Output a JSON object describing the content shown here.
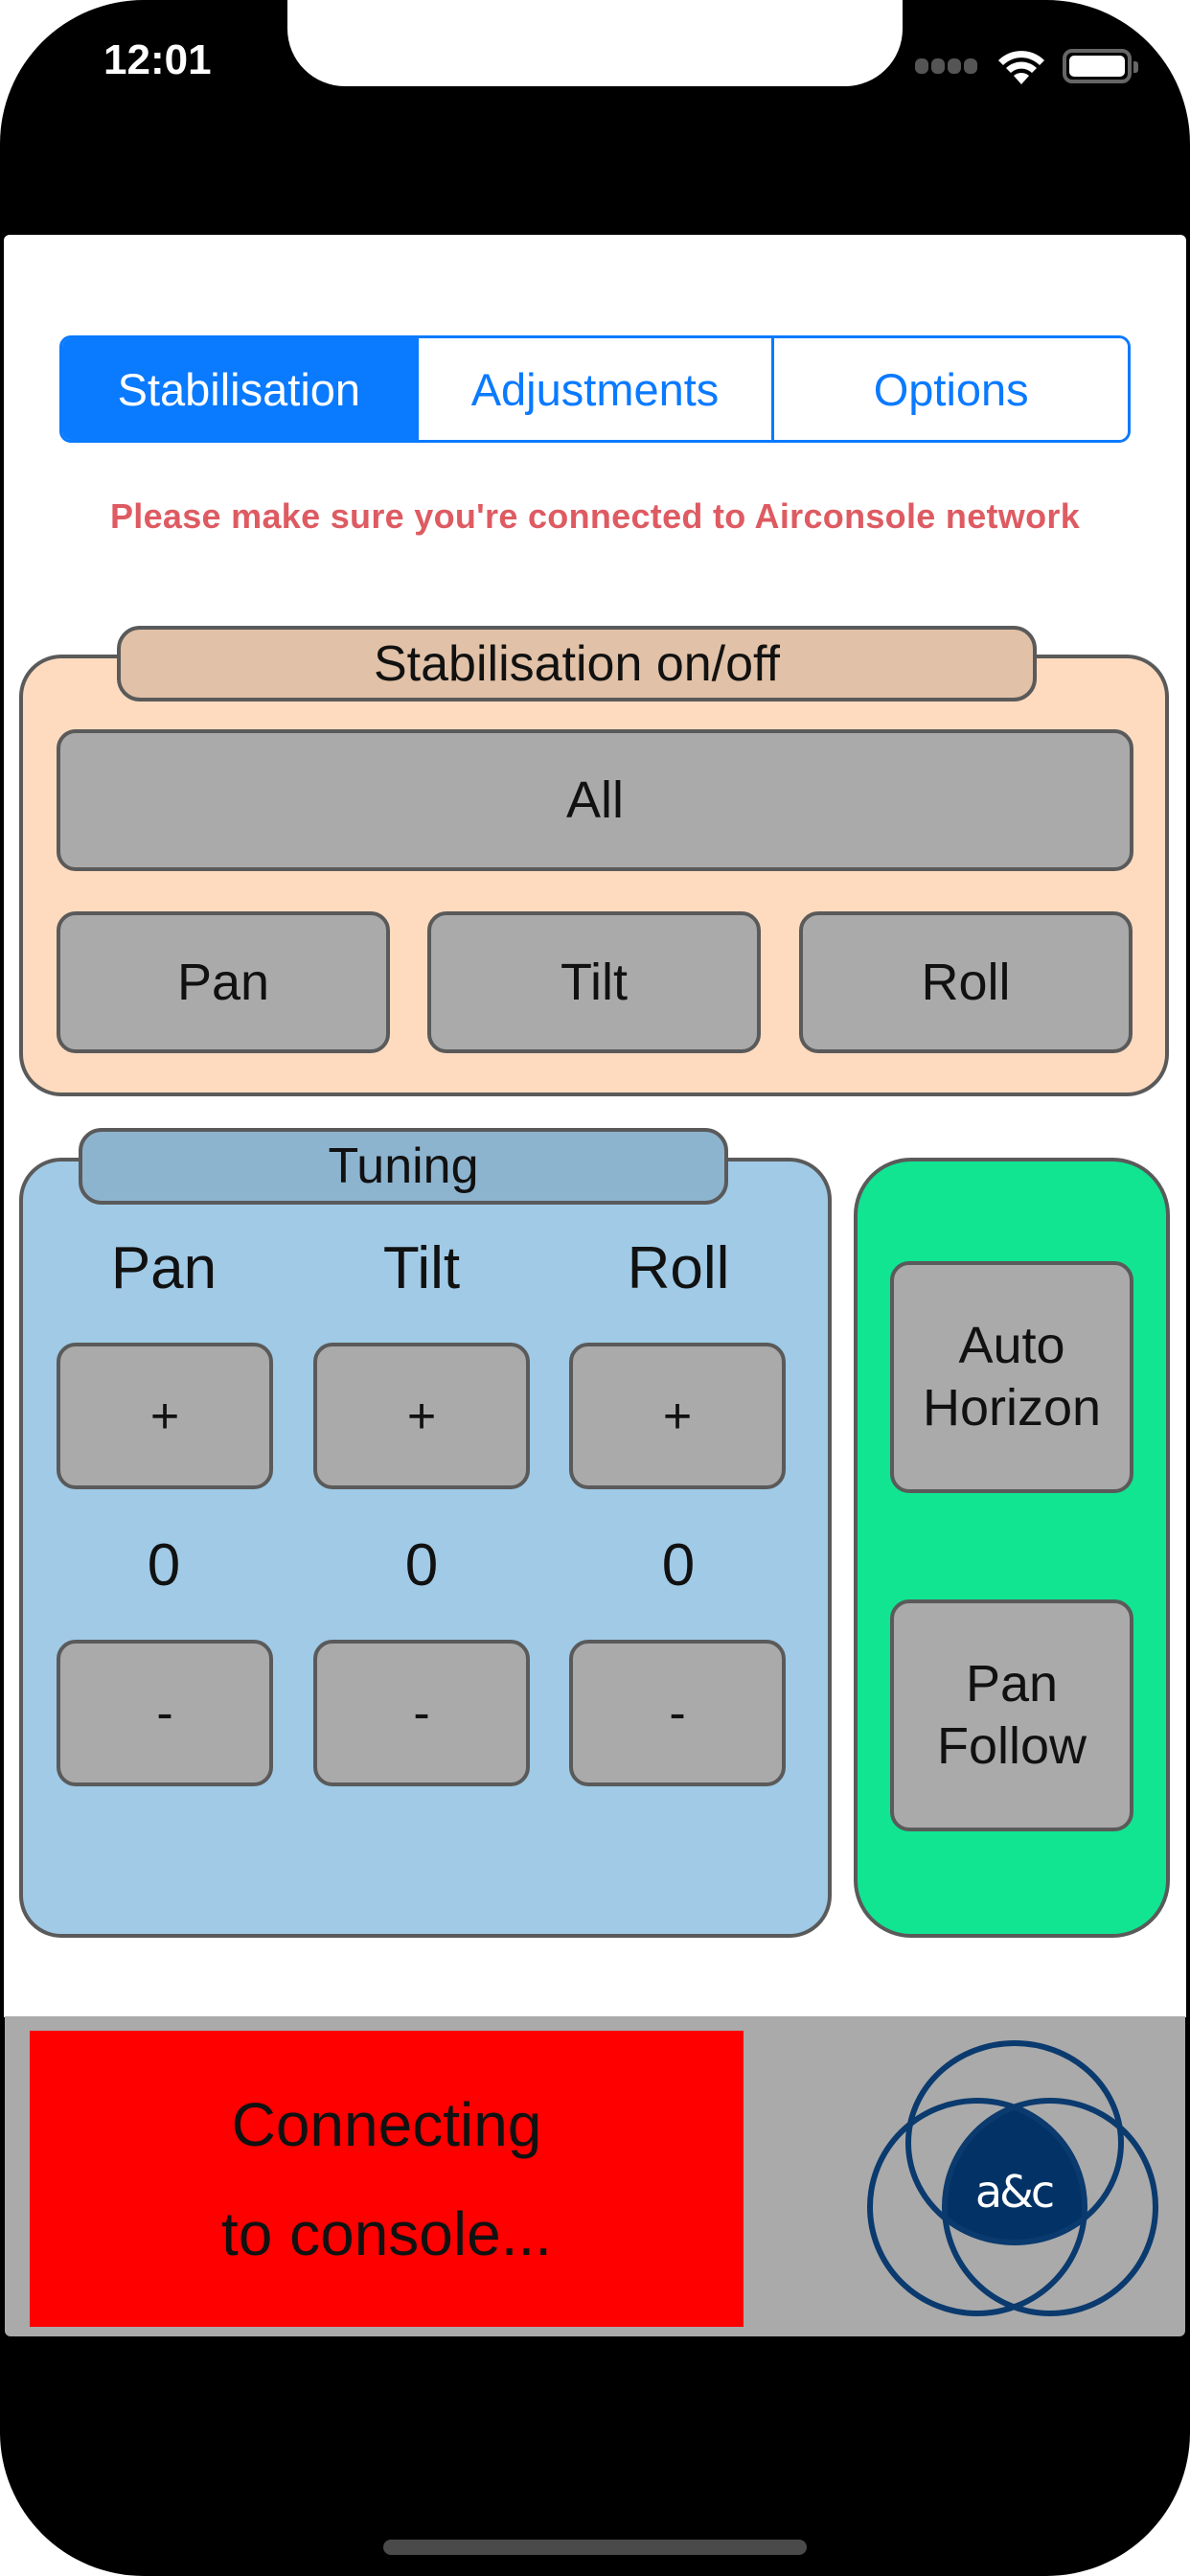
{
  "status_bar": {
    "time": "12:01",
    "icons": [
      "signal-dots-icon",
      "wifi-icon",
      "battery-icon"
    ]
  },
  "tabs": [
    {
      "label": "Stabilisation",
      "active": true
    },
    {
      "label": "Adjustments",
      "active": false
    },
    {
      "label": "Options",
      "active": false
    }
  ],
  "warning": "Please make sure you're connected to Airconsole network",
  "stabilisation": {
    "title": "Stabilisation on/off",
    "all_label": "All",
    "axes": [
      "Pan",
      "Tilt",
      "Roll"
    ]
  },
  "tuning": {
    "title": "Tuning",
    "axes": [
      {
        "label": "Pan",
        "plus": "+",
        "value": "0",
        "minus": "-"
      },
      {
        "label": "Tilt",
        "plus": "+",
        "value": "0",
        "minus": "-"
      },
      {
        "label": "Roll",
        "plus": "+",
        "value": "0",
        "minus": "-"
      }
    ]
  },
  "modes": {
    "auto_horizon": [
      "Auto",
      "Horizon"
    ],
    "pan_follow": [
      "Pan",
      "Follow"
    ]
  },
  "connection": {
    "line1": "Connecting",
    "line2": "to console...",
    "color": "#ff0000"
  },
  "logo": {
    "text": "a&c",
    "color": "#033366"
  },
  "colors": {
    "accent": "#0a7aff",
    "warning": "#de5b62",
    "stab_panel": "#fedbbf",
    "tuning_panel": "#a0cae6",
    "mode_panel": "#11e591",
    "button": "#aaaaaa"
  }
}
